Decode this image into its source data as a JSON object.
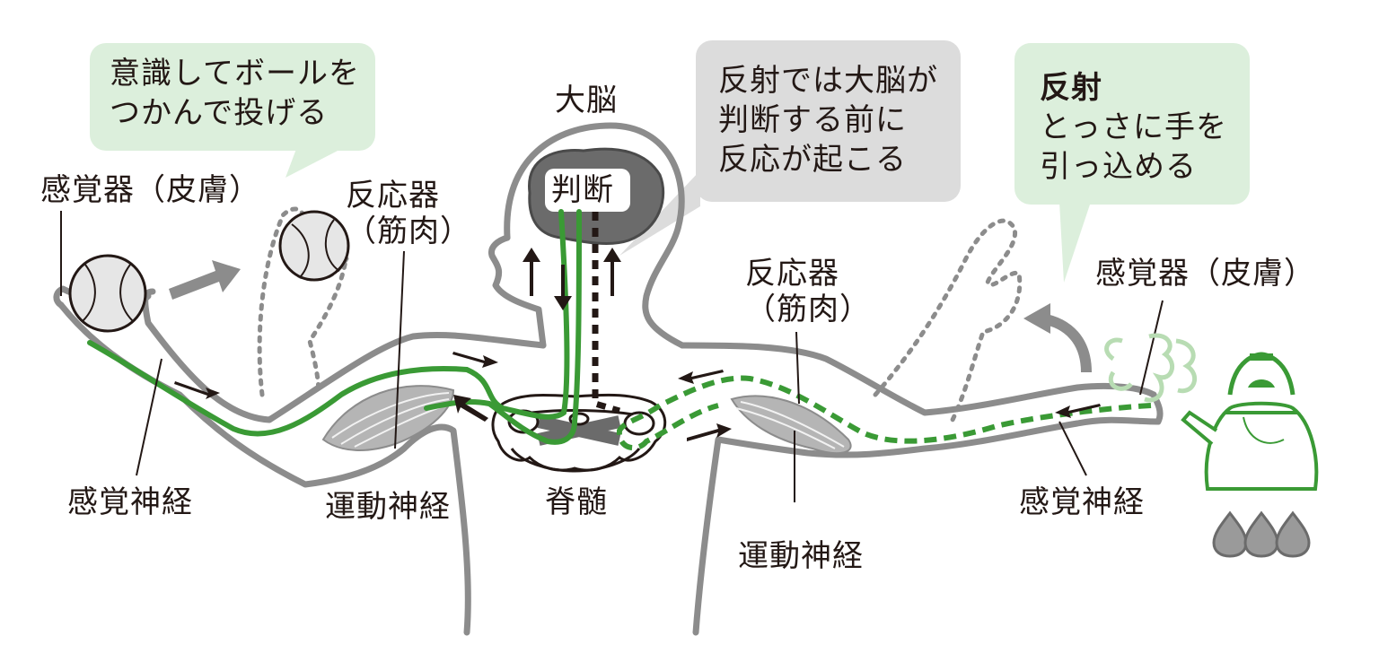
{
  "bubbles": {
    "conscious": "意識してボールを\nつかんで投げる",
    "reflex_brain": "反射では大脳が\n判断する前に\n反応が起こる",
    "reflex_title": "反射",
    "reflex_body": "とっさに手を\n引っ込める"
  },
  "labels": {
    "cerebrum": "大脳",
    "judgment": "判断",
    "spinal_cord": "脊髄",
    "sensor_left": "感覚器（皮膚）",
    "effector_left": "反応器\n（筋肉）",
    "sensory_nerve_left": "感覚神経",
    "motor_nerve_left": "運動神経",
    "effector_right": "反応器\n（筋肉）",
    "sensor_right": "感覚器（皮膚）",
    "sensory_nerve_right": "感覚神経",
    "motor_nerve_right": "運動神経"
  },
  "colors": {
    "green": "#3a9a35",
    "bubble_green": "#dcefdc",
    "bubble_gray": "#dcdcdc",
    "body_outline": "#8c8c8c",
    "brain_fill": "#6b6b6b",
    "arrow": "#231815"
  }
}
